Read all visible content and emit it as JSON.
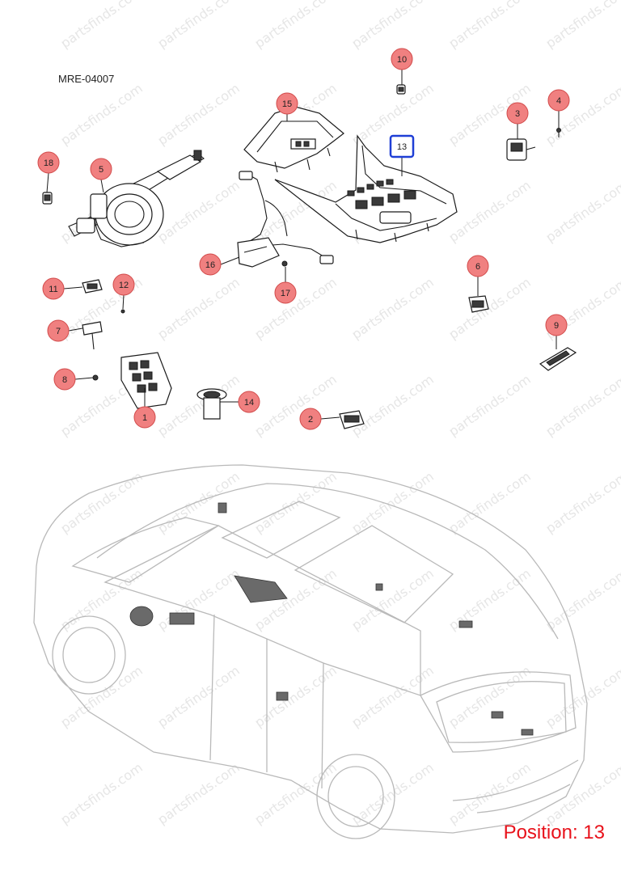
{
  "diagram": {
    "reference_code": "MRE-04007",
    "watermark_text": "partsfinds.com",
    "position_label": "Position: 13",
    "highlight_color": "#1f3fd6",
    "callout_fill": "#f08080",
    "callout_stroke": "#d24a4a",
    "label_color": "#e8121b",
    "callouts": [
      {
        "number": "1"
      },
      {
        "number": "2"
      },
      {
        "number": "3"
      },
      {
        "number": "4"
      },
      {
        "number": "5"
      },
      {
        "number": "6"
      },
      {
        "number": "7"
      },
      {
        "number": "8"
      },
      {
        "number": "9"
      },
      {
        "number": "10"
      },
      {
        "number": "11"
      },
      {
        "number": "12"
      },
      {
        "number": "13",
        "highlighted": true
      },
      {
        "number": "14"
      },
      {
        "number": "15"
      },
      {
        "number": "16"
      },
      {
        "number": "17"
      },
      {
        "number": "18"
      }
    ]
  }
}
